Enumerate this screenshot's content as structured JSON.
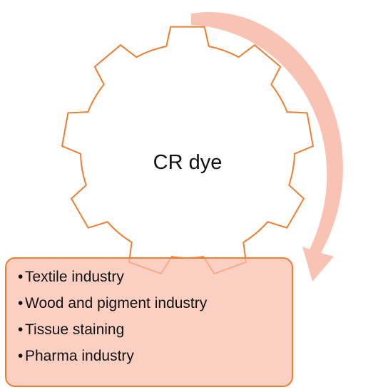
{
  "diagram": {
    "center_label": "CR dye",
    "colors": {
      "gear_stroke": "#ed7d31",
      "arrow_fill": "#f8c3b3",
      "box_border": "#ed7d31",
      "box_fill": "#fabeaa"
    },
    "icons": {
      "gear": "gear-icon",
      "arrow": "curved-arrow-icon",
      "bullet": "bullet-dot"
    },
    "applications": {
      "bullet": "•",
      "items": [
        "Textile industry",
        "Wood and pigment industry",
        "Tissue staining",
        "Pharma industry"
      ]
    }
  }
}
